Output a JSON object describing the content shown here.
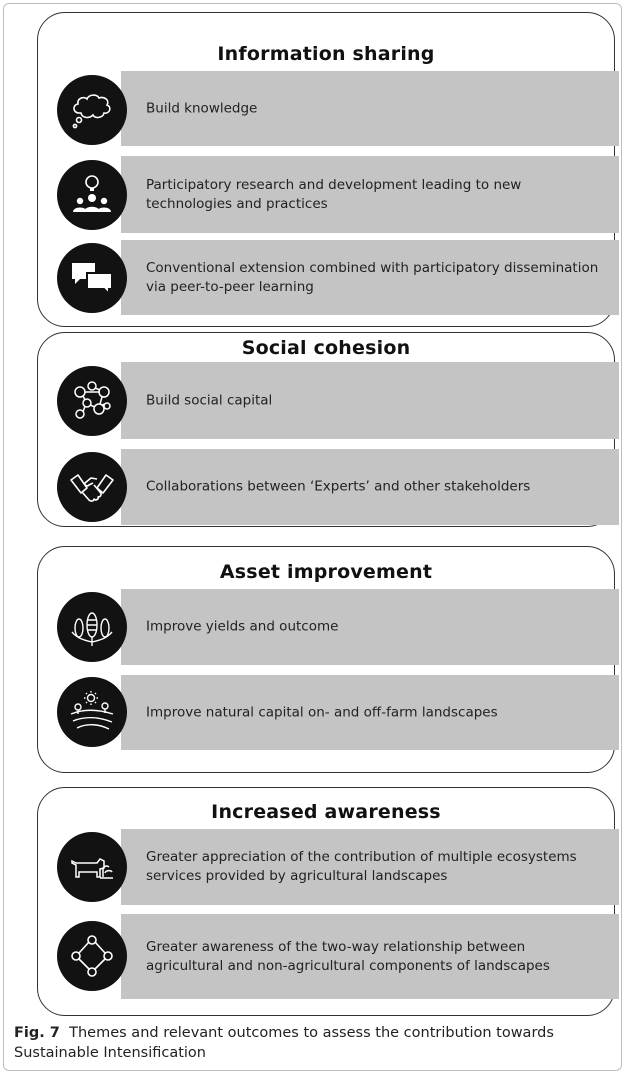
{
  "groups": [
    {
      "title": "Information sharing",
      "items": [
        {
          "icon": "thought-bubble-icon",
          "text": "Build knowledge"
        },
        {
          "icon": "idea-team-icon",
          "text": "Participatory research and development leading to new technologies and practices"
        },
        {
          "icon": "speech-bubbles-icon",
          "text": "Conventional extension combined with participatory dissemination via peer-to-peer learning"
        }
      ]
    },
    {
      "title": "Social cohesion",
      "items": [
        {
          "icon": "network-icon",
          "text": "Build social capital"
        },
        {
          "icon": "handshake-icon",
          "text": "Collaborations between ‘Experts’ and other stakeholders"
        }
      ]
    },
    {
      "title": "Asset improvement",
      "items": [
        {
          "icon": "corn-icon",
          "text": "Improve yields and outcome"
        },
        {
          "icon": "landscape-icon",
          "text": "Improve natural capital on- and off-farm landscapes"
        }
      ]
    },
    {
      "title": "Increased awareness",
      "items": [
        {
          "icon": "cow-plant-icon",
          "text": "Greater appreciation of the contribution of multiple ecosystems services provided by agricultural landscapes"
        },
        {
          "icon": "cycle-icon",
          "text": "Greater awareness of the two-way relationship between agricultural and non-agricultural components of landscapes"
        }
      ]
    }
  ],
  "caption": {
    "label": "Fig. 7",
    "text": "Themes and relevant outcomes to assess the contribution towards Sustainable Intensification"
  }
}
